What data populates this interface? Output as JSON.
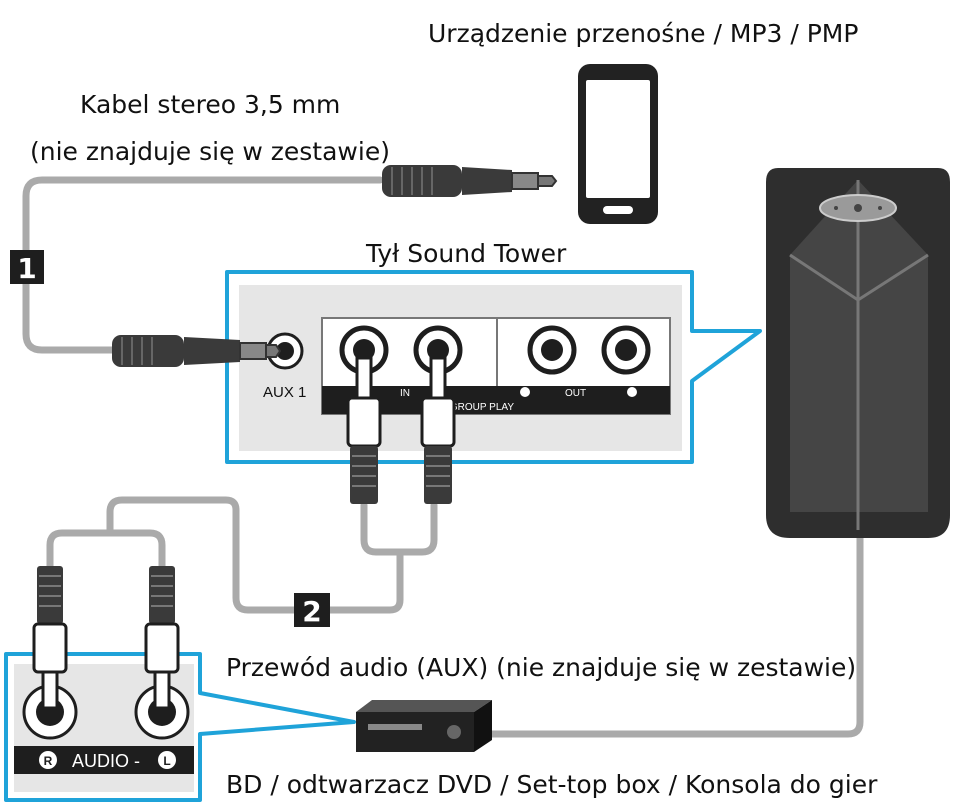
{
  "labels": {
    "portable_device": "Urządzenie przenośne / MP3 / PMP",
    "stereo_cable_line1": "Kabel stereo 3,5 mm",
    "stereo_cable_line2": "(nie znajduje się w zestawie)",
    "rear_panel_title": "Tył Sound Tower",
    "aux1": "AUX 1",
    "in_label": "IN",
    "out_label": "OUT",
    "group_play": "2 / GROUP PLAY",
    "audio_cable": "Przewód audio (AUX) (nie znajduje się w zestawie)",
    "source_device": "BD / odtwarzacz DVD / Set-top box / Konsola do gier",
    "source_audio": "AUDIO -",
    "r_mark": "R",
    "l_mark": "L"
  },
  "steps": [
    {
      "number": "1"
    },
    {
      "number": "2"
    }
  ],
  "colors": {
    "accent_blue": "#1fa3d9",
    "cable_gray": "#aaaaaa",
    "panel_gray": "#e6e6e6",
    "dark": "#1e1e1e"
  }
}
